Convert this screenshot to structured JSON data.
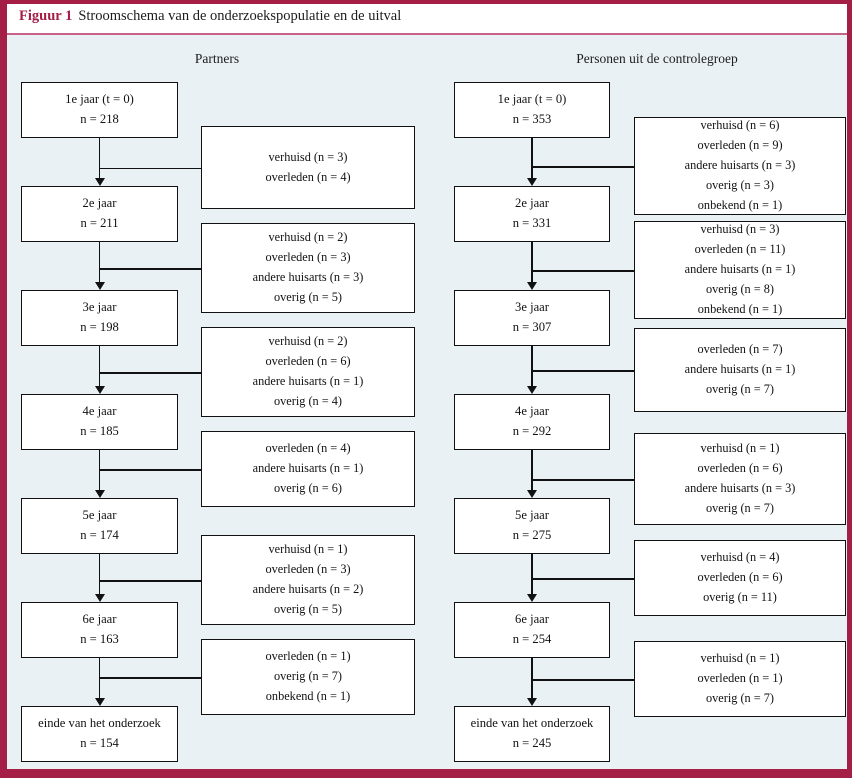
{
  "figure": {
    "label": "Figuur 1",
    "caption": "Stroomschema van de onderzoekspopulatie en de uitval",
    "accent_color": "#a51e46",
    "background_color": "#eaf1f5",
    "box_color": "#ffffff",
    "line_color": "#111111"
  },
  "columns": [
    {
      "id": "partners",
      "title": "Partners",
      "nodes": [
        {
          "line1": "1e jaar (t = 0)",
          "line2": "n = 218"
        },
        {
          "line1": "2e jaar",
          "line2": "n = 211"
        },
        {
          "line1": "3e jaar",
          "line2": "n = 198"
        },
        {
          "line1": "4e jaar",
          "line2": "n = 185"
        },
        {
          "line1": "5e jaar",
          "line2": "n = 174"
        },
        {
          "line1": "6e jaar",
          "line2": "n = 163"
        },
        {
          "line1": "einde van het onderzoek",
          "line2": "n = 154"
        }
      ],
      "dropouts": [
        {
          "lines": [
            "verhuisd (n = 3)",
            "overleden (n = 4)"
          ]
        },
        {
          "lines": [
            "verhuisd (n = 2)",
            "overleden (n = 3)",
            "andere huisarts (n = 3)",
            "overig (n = 5)"
          ]
        },
        {
          "lines": [
            "verhuisd (n = 2)",
            "overleden (n = 6)",
            "andere huisarts (n = 1)",
            "overig (n = 4)"
          ]
        },
        {
          "lines": [
            "overleden (n = 4)",
            "andere huisarts (n = 1)",
            "overig (n = 6)"
          ]
        },
        {
          "lines": [
            "verhuisd (n = 1)",
            "overleden (n = 3)",
            "andere huisarts (n = 2)",
            "overig (n = 5)"
          ]
        },
        {
          "lines": [
            "overleden (n = 1)",
            "overig (n = 7)",
            "onbekend (n = 1)"
          ]
        }
      ]
    },
    {
      "id": "controlegroep",
      "title": "Personen uit de controlegroep",
      "nodes": [
        {
          "line1": "1e jaar (t = 0)",
          "line2": "n = 353"
        },
        {
          "line1": "2e jaar",
          "line2": "n = 331"
        },
        {
          "line1": "3e jaar",
          "line2": "n = 307"
        },
        {
          "line1": "4e jaar",
          "line2": "n = 292"
        },
        {
          "line1": "5e jaar",
          "line2": "n = 275"
        },
        {
          "line1": "6e jaar",
          "line2": "n = 254"
        },
        {
          "line1": "einde van het onderzoek",
          "line2": "n = 245"
        }
      ],
      "dropouts": [
        {
          "lines": [
            "verhuisd (n = 6)",
            "overleden (n = 9)",
            "andere huisarts (n = 3)",
            "overig (n = 3)",
            "onbekend (n = 1)"
          ]
        },
        {
          "lines": [
            "verhuisd (n = 3)",
            "overleden (n = 11)",
            "andere huisarts (n = 1)",
            "overig (n = 8)",
            "onbekend (n = 1)"
          ]
        },
        {
          "lines": [
            "overleden (n = 7)",
            "andere huisarts (n = 1)",
            "overig (n = 7)"
          ]
        },
        {
          "lines": [
            "verhuisd (n = 1)",
            "overleden (n = 6)",
            "andere huisarts (n = 3)",
            "overig (n = 7)"
          ]
        },
        {
          "lines": [
            "verhuisd (n = 4)",
            "overleden (n = 6)",
            "overig (n = 11)"
          ]
        },
        {
          "lines": [
            "verhuisd (n = 1)",
            "overleden (n = 1)",
            "overig (n = 7)"
          ]
        }
      ]
    }
  ]
}
